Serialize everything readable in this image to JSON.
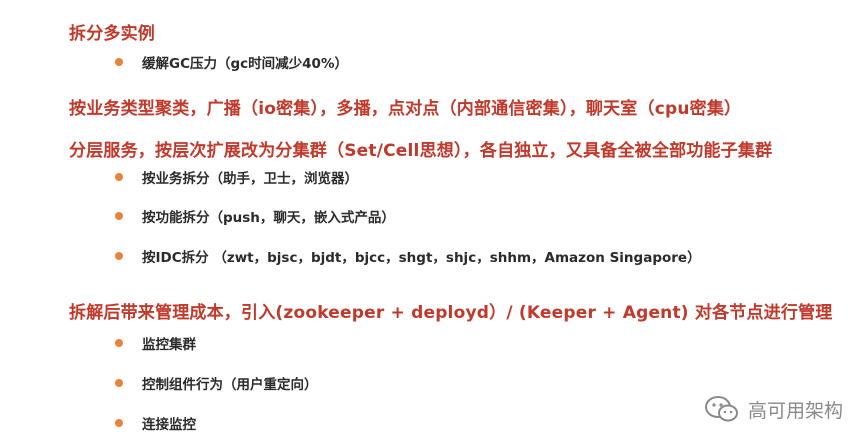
{
  "items": [
    {
      "type": "heading",
      "text": "拆分多实例"
    },
    {
      "type": "bullet",
      "text": "缓解GC压力（gc时间减少40%）"
    },
    {
      "type": "heading",
      "text": "按业务类型聚类，广播（io密集），多播，点对点（内部通信密集），聊天室（cpu密集）"
    },
    {
      "type": "heading",
      "text": "分层服务，按层次扩展改为分集群（Set/Cell思想），各自独立，又具备全被全部功能子集群"
    },
    {
      "type": "bullet",
      "text": "按业务拆分（助手，卫士，浏览器）"
    },
    {
      "type": "bullet",
      "text": "按功能拆分（push，聊天，嵌入式产品）"
    },
    {
      "type": "bullet",
      "text": "按IDC拆分 （zwt，bjsc，bjdt，bjcc，shgt，shjc，shhm，Amazon Singapore）"
    },
    {
      "type": "heading",
      "text": "拆解后带来管理成本，引入(zookeeper + deployd）/ (Keeper + Agent) 对各节点进行管理"
    },
    {
      "type": "bullet",
      "text": "监控集群"
    },
    {
      "type": "bullet",
      "text": "控制组件行为（用户重定向）"
    },
    {
      "type": "bullet",
      "text": "连接监控"
    }
  ],
  "watermark": {
    "icon": "wechat-icon",
    "text": "高可用架构"
  },
  "colors": {
    "heading": "#c0392b",
    "bullet_dot": "#e8833a",
    "bullet_text": "#2b2b2b",
    "watermark": "#8a8a8a"
  }
}
